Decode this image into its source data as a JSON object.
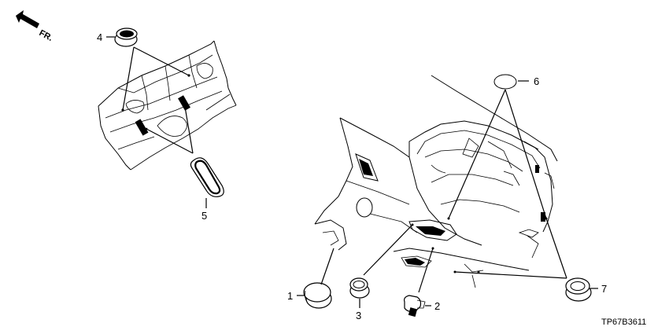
{
  "direction_label": "FR.",
  "diagram_code": "TP67B3611",
  "callouts": {
    "p1": "1",
    "p2": "2",
    "p3": "3",
    "p4": "4",
    "p5": "5",
    "p6": "6",
    "p7": "7"
  },
  "icons": {
    "front_arrow": "arrow-front-icon"
  }
}
